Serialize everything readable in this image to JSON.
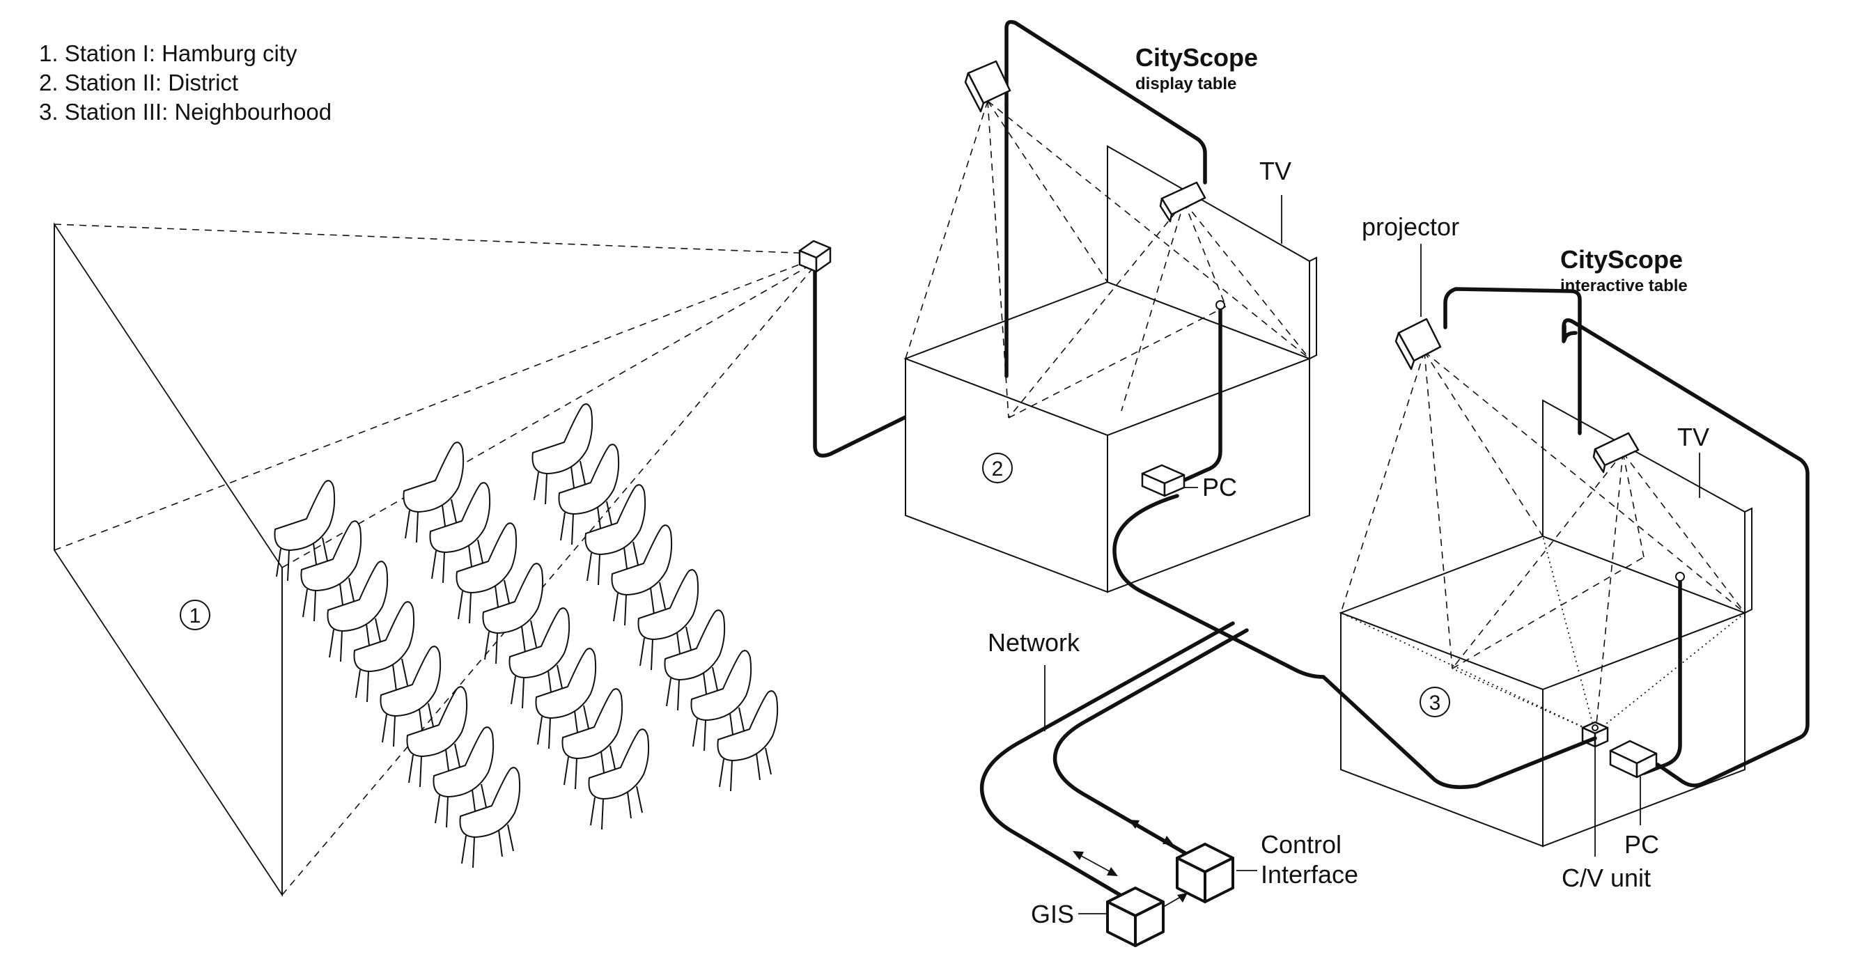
{
  "legend": {
    "items": [
      "1. Station I: Hamburg city",
      "2. Station II: District",
      "3. Station III: Neighbourhood"
    ]
  },
  "display_table": {
    "title": "CityScope",
    "subtitle": "display table",
    "tv": "TV",
    "pc": "PC",
    "number": "2"
  },
  "interactive_table": {
    "title": "CityScope",
    "subtitle": "interactive table",
    "tv": "TV",
    "pc": "PC",
    "projector": "projector",
    "cv_unit": "C/V unit",
    "number": "3"
  },
  "station1": {
    "number": "1"
  },
  "network": {
    "label": "Network",
    "gis": "GIS",
    "control_line1": "Control",
    "control_line2": "Interface"
  }
}
